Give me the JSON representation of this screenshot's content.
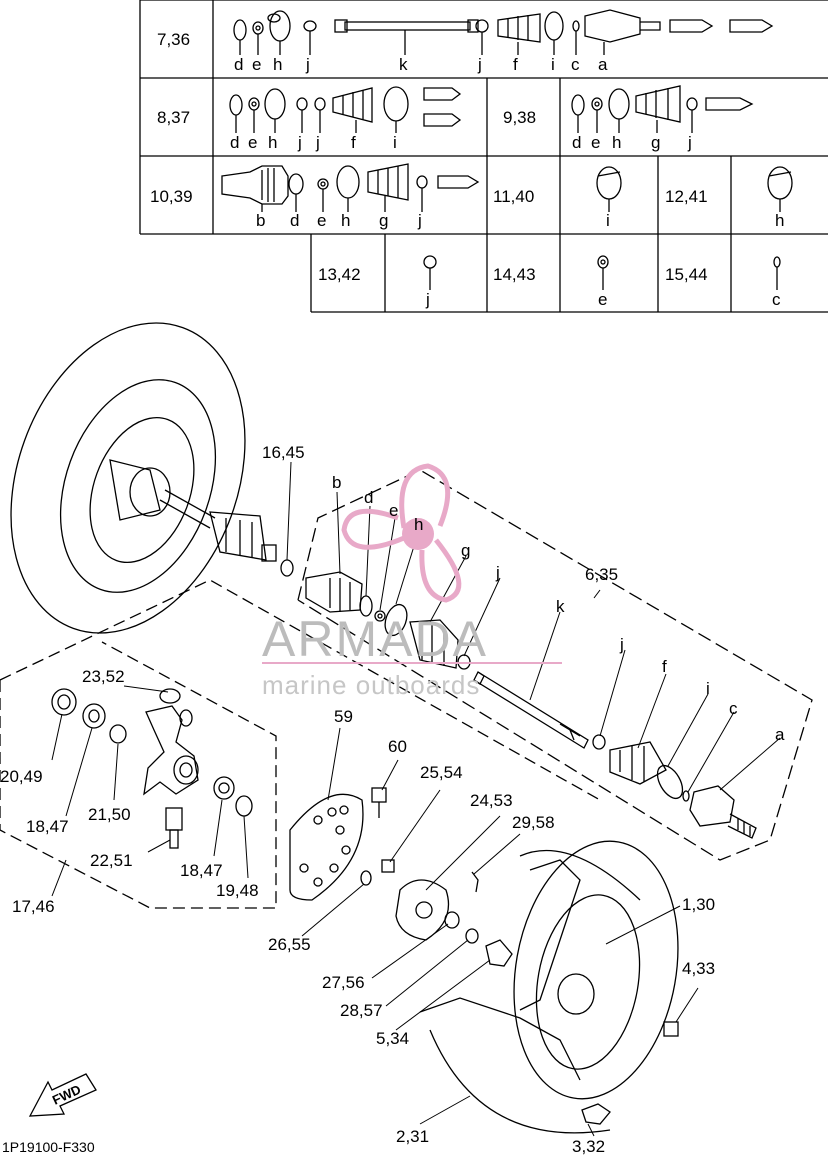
{
  "diagram_code": "1P19100-F330",
  "watermark": {
    "brand": "ARMADA",
    "tagline": "marine outboards"
  },
  "fwd_label": "FWD",
  "kit_table": {
    "rows": [
      {
        "cell": "7,36",
        "letters": [
          "d",
          "e",
          "h",
          "j",
          "k",
          "j",
          "f",
          "i",
          "c",
          "a"
        ]
      },
      {
        "cell": "8,37",
        "letters": [
          "d",
          "e",
          "h",
          "j",
          "j",
          "f",
          "i"
        ]
      },
      {
        "cell": "9,38",
        "letters": [
          "d",
          "e",
          "h",
          "g",
          "j"
        ]
      },
      {
        "cell": "10,39",
        "letters": [
          "b",
          "d",
          "e",
          "h",
          "g",
          "j"
        ]
      },
      {
        "cell": "11,40",
        "letters": [
          "i"
        ]
      },
      {
        "cell": "12,41",
        "letters": [
          "h"
        ]
      },
      {
        "cell": "13,42",
        "letters": [
          "j"
        ]
      },
      {
        "cell": "14,43",
        "letters": [
          "e"
        ]
      },
      {
        "cell": "15,44",
        "letters": [
          "c"
        ]
      }
    ]
  },
  "callouts": [
    "16,45",
    "b",
    "d",
    "e",
    "h",
    "g",
    "j",
    "6,35",
    "k",
    "j",
    "f",
    "i",
    "c",
    "a",
    "23,52",
    "59",
    "60",
    "25,54",
    "24,53",
    "29,58",
    "20,49",
    "18,47",
    "21,50",
    "22,51",
    "18,47",
    "19,48",
    "17,46",
    "26,55",
    "1,30",
    "27,56",
    "28,57",
    "4,33",
    "5,34",
    "2,31",
    "3,32"
  ],
  "colors": {
    "line": "#000000",
    "watermark_pink": "#e8a9c8",
    "watermark_gray": "#bdbdbd"
  }
}
